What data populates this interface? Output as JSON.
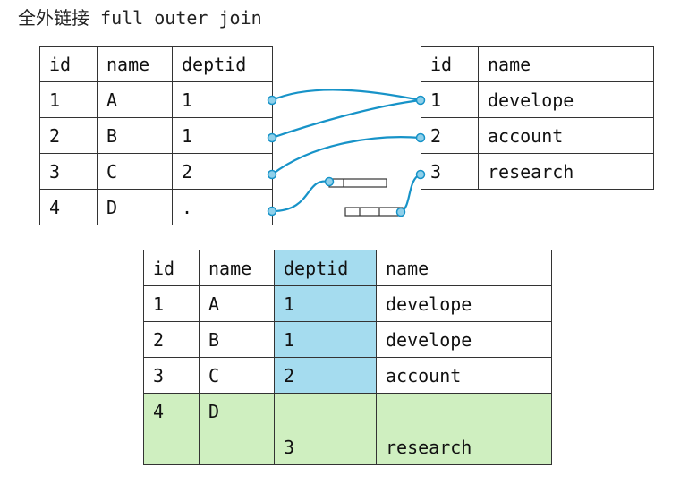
{
  "title": "全外链接 full outer join",
  "left_table": {
    "headers": [
      "id",
      "name",
      "deptid"
    ],
    "rows": [
      [
        "1",
        "A",
        "1"
      ],
      [
        "2",
        "B",
        "1"
      ],
      [
        "3",
        "C",
        "2"
      ],
      [
        "4",
        "D",
        "."
      ]
    ]
  },
  "right_table": {
    "headers": [
      "id",
      "name"
    ],
    "rows": [
      [
        "1",
        "develope"
      ],
      [
        "2",
        "account"
      ],
      [
        "3",
        "research"
      ]
    ]
  },
  "result_table": {
    "headers": [
      "id",
      "name",
      "deptid",
      "name"
    ],
    "rows": [
      [
        "1",
        "A",
        "1",
        "develope"
      ],
      [
        "2",
        "B",
        "1",
        "develope"
      ],
      [
        "3",
        "C",
        "2",
        "account"
      ],
      [
        "4",
        "D",
        "",
        ""
      ],
      [
        "",
        "",
        "3",
        "research"
      ]
    ]
  },
  "colors": {
    "connector": "#1793c8",
    "join_key_column": "#a5dcef",
    "unmatched_rows": "#cfefc0"
  }
}
